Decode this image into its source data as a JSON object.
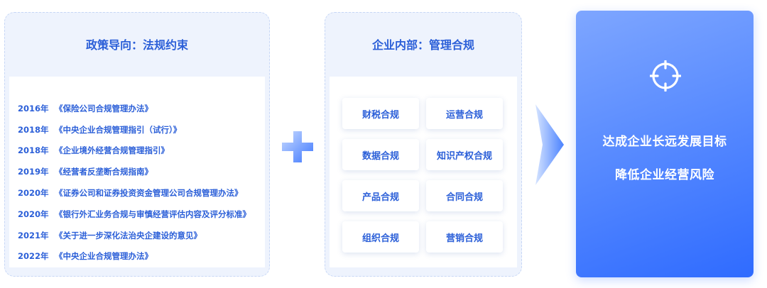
{
  "policy": {
    "title": "政策导向：法规约束",
    "items": [
      {
        "year": "2016年",
        "name": "《保险公司合规管理办法》"
      },
      {
        "year": "2018年",
        "name": "《中央企业合规管理指引（试行）》"
      },
      {
        "year": "2018年",
        "name": "《企业境外经营合规管理指引》"
      },
      {
        "year": "2019年",
        "name": "《经营者反垄断合规指南》"
      },
      {
        "year": "2020年",
        "name": "《证券公司和证券投资资金管理公司合规管理办法》"
      },
      {
        "year": "2020年",
        "name": "《银行外汇业务合规与审慎经营评估内容及评分标准》"
      },
      {
        "year": "2021年",
        "name": "《关于进一步深化法治央企建设的意见》"
      },
      {
        "year": "2022年",
        "name": "《中央企业合规管理办法》"
      }
    ]
  },
  "internal": {
    "title": "企业内部：管理合规",
    "tiles": [
      "财税合规",
      "运营合规",
      "数据合规",
      "知识产权合规",
      "产品合规",
      "合同合规",
      "组织合规",
      "营销合规"
    ]
  },
  "connectors": {
    "plus_icon": "plus-icon",
    "arrow_icon": "chevron-right-icon"
  },
  "goal": {
    "icon": "target-icon",
    "line1": "达成企业长远发展目标",
    "line2": "降低企业经营风险"
  },
  "colors": {
    "accent": "#2b5fd8",
    "card_bg": "#eef3fd",
    "goal_start": "#7ea6ff",
    "goal_end": "#2f6bff"
  }
}
